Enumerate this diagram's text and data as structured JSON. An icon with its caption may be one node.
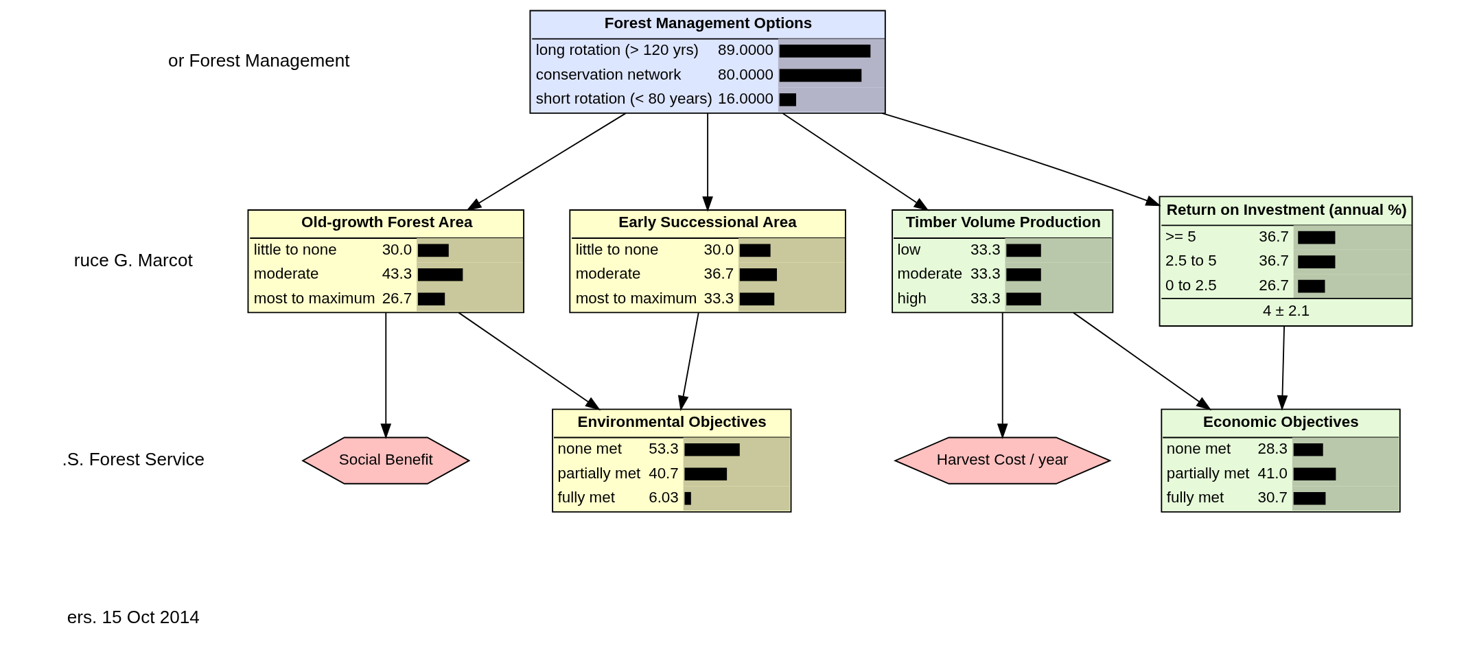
{
  "diagram": {
    "nodes": [
      {
        "text": [
          "Forest Management Options",
          "long rotation (> 120 yrs) 89.0000",
          "conservation network 80.0000",
          "short rotation (< 80 years) 16.0000"
        ]
      },
      {
        "text": [
          "Return on Investment (annual %)",
          ">= 5 36.7",
          "2.5 to 5 36.7",
          "0 to 2.5 26.7",
          "4 ± 2.1"
        ]
      },
      {
        "text": [
          "Timber Volume Production",
          "low 33.3",
          "moderate 33.3",
          "high 33.3"
        ]
      },
      {
        "text": [
          "Old-growth Forest Area",
          "little to none 30.0",
          "moderate 43.3",
          "most to maximum 26.7"
        ]
      },
      {
        "text": [
          "Early Successional Area",
          "little to none 30.0",
          "moderate 36.7",
          "most to maximum 33.3"
        ]
      },
      {
        "text": [
          "Harvest Cost / year"
        ]
      },
      {
        "text": [
          "Social Benefit"
        ]
      },
      {
        "text": [
          "Economic Objectives",
          "none met 28.3",
          "partially met 41.0",
          "fully met 30.7"
        ]
      },
      {
        "text": [
          "Environmental Objectives",
          "none met 53.3",
          "partially met 40.7",
          "fully met 6.03"
        ]
      }
    ],
    "edges": [
      {
        "from": 0,
        "to": 1,
        "arrow": "to"
      },
      {
        "from": 0,
        "to": 2,
        "arrow": "to"
      },
      {
        "from": 0,
        "to": 3,
        "arrow": "to"
      },
      {
        "from": 0,
        "to": 4,
        "arrow": "to"
      },
      {
        "from": 1,
        "to": 7,
        "arrow": "to"
      },
      {
        "from": 2,
        "to": 7,
        "arrow": "to"
      },
      {
        "from": 2,
        "to": 5,
        "arrow": "to"
      },
      {
        "from": 3,
        "to": 6,
        "arrow": "to"
      },
      {
        "from": 3,
        "to": 8,
        "arrow": "to"
      },
      {
        "from": 4,
        "to": 8,
        "arrow": "to"
      }
    ],
    "labels": [
      "or Forest Management",
      "ruce G. Marcot",
      ".S. Forest Service",
      "ers. 15 Oct 2014"
    ]
  }
}
